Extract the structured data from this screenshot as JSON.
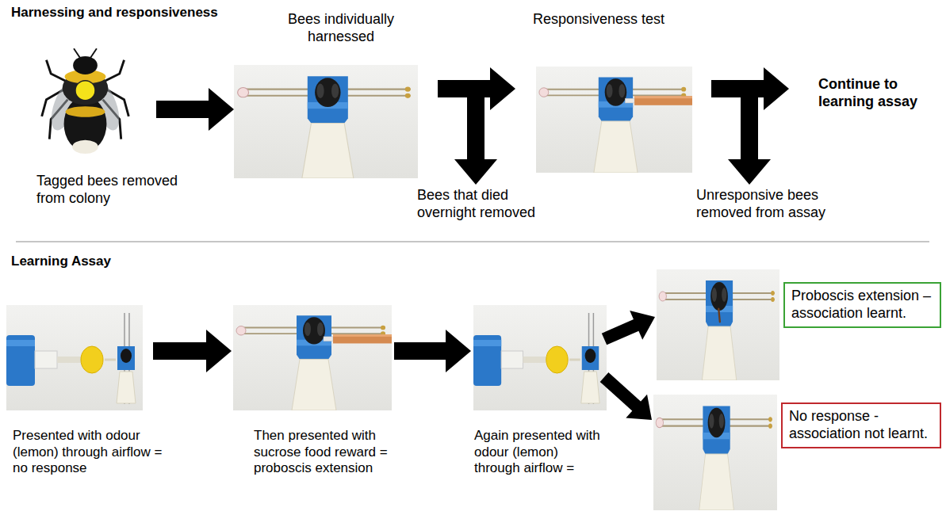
{
  "diagram": {
    "nodes": [
      {
        "text": [
          "Tagged bees removed from colony"
        ]
      },
      {
        "text": [
          "Bees individually harnessed"
        ]
      },
      {
        "text": [
          "Bees that died overnight removed"
        ]
      },
      {
        "text": [
          "Responsiveness test"
        ]
      },
      {
        "text": [
          "Unresponsive bees removed from assay"
        ]
      },
      {
        "text": [
          "Continue to learning assay"
        ]
      },
      {
        "text": [
          "Presented with odour (lemon) through airflow = no response"
        ]
      },
      {
        "text": [
          "Then presented with sucrose food reward = proboscis extension"
        ]
      },
      {
        "text": [
          "Again presented with odour (lemon) through airflow ="
        ]
      },
      {
        "text": [
          "Proboscis extension – association learnt."
        ]
      },
      {
        "text": [
          "No response - association not learnt."
        ]
      }
    ],
    "edges": [
      {
        "from": 0,
        "to": 1,
        "arrow": "to"
      },
      {
        "from": 1,
        "to": 3,
        "arrow": "to"
      },
      {
        "from": 1,
        "to": 2,
        "arrow": "to"
      },
      {
        "from": 3,
        "to": 5,
        "arrow": "to"
      },
      {
        "from": 3,
        "to": 4,
        "arrow": "to"
      },
      {
        "from": 6,
        "to": 7,
        "arrow": "to"
      },
      {
        "from": 7,
        "to": 8,
        "arrow": "to"
      },
      {
        "from": 8,
        "to": 9,
        "arrow": "to"
      },
      {
        "from": 8,
        "to": 10,
        "arrow": "to"
      }
    ],
    "labels": [
      "Harnessing and responsiveness",
      "Learning Assay"
    ]
  }
}
